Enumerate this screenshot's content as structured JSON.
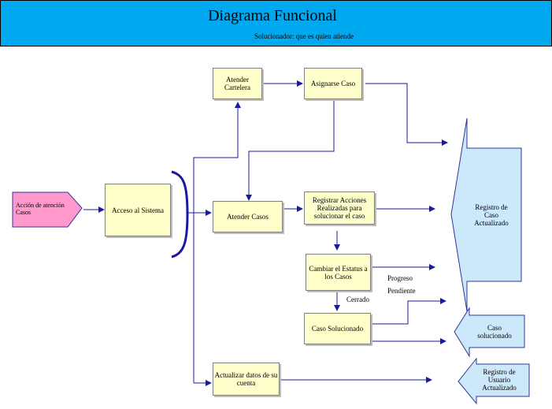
{
  "header": {
    "title": "Diagrama Funcional",
    "subtitle": "Solucionador: que es quien atiende"
  },
  "nodes": {
    "accion": "Acción de atención Casos",
    "acceso": "Acceso al Sistema",
    "atender_cartelera": "Atender Cartelera",
    "asignarse_caso": "Asignarse Caso",
    "atender_casos": "Atender Casos",
    "registrar_acciones": "Registrar Acciones Realizadas para solucionar el caso",
    "cambiar_estatus": "Cambiar el Estatus a los Casos",
    "caso_solucionado": "Caso Solucionado",
    "actualizar_datos": "Actualizar datos de su cuenta",
    "registro_caso": "Registro de Caso Actualizado",
    "caso_solucionado_out": "Caso solucionado",
    "registro_usuario": "Registro de Usuario Actualizado"
  },
  "edge_labels": {
    "progreso": "Progreso",
    "pendiente": "Pendiente",
    "cerrado": "Cerrado"
  },
  "colors": {
    "header_bg": "#00a8f0",
    "box_fill": "#ffffcc",
    "input_fill": "#ff99cc",
    "output_fill": "#cce8fb",
    "line": "#1a1aa0"
  }
}
